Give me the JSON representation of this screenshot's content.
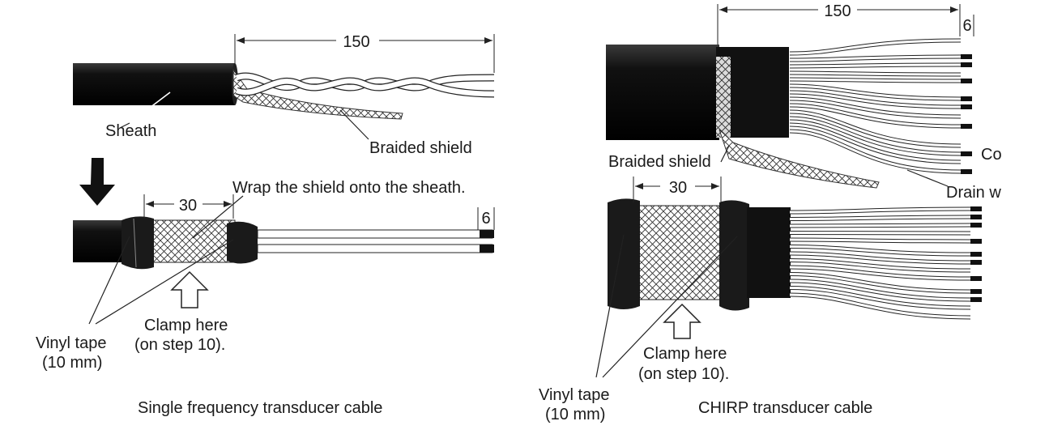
{
  "left_diagram": {
    "dimension_150": "150",
    "dimension_30": "30",
    "dimension_6": "6",
    "sheath_label": "Sheath",
    "braided_shield_label": "Braided shield",
    "instruction": "Wrap the shield onto the sheath.",
    "vinyl_tape_line1": "Vinyl tape",
    "vinyl_tape_line2": "(10 mm)",
    "clamp_line1": "Clamp here",
    "clamp_line2": "(on step 10).",
    "caption": "Single frequency transducer cable"
  },
  "right_diagram": {
    "dimension_150": "150",
    "dimension_30": "30",
    "dimension_6": "6",
    "braided_shield_label": "Braided shield",
    "core_label_partial": "Co",
    "drain_label_partial": "Drain w",
    "vinyl_tape_line1": "Vinyl tape",
    "vinyl_tape_line2": "(10 mm)",
    "clamp_line1": "Clamp here",
    "clamp_line2": "(on step 10).",
    "caption": "CHIRP transducer cable"
  }
}
